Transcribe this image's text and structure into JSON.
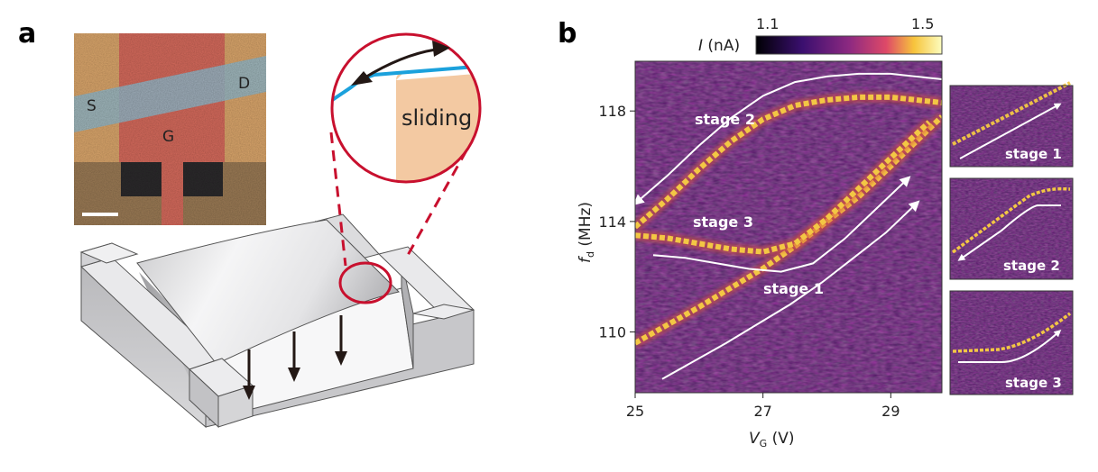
{
  "panel_a": {
    "label": "a",
    "micrograph": {
      "source_label": "S",
      "drain_label": "D",
      "gate_label": "G"
    },
    "callout_text": "sliding"
  },
  "panel_b": {
    "label": "b",
    "colorbar": {
      "label_italic": "I",
      "label_unit": " (nA)",
      "min_label": "1.1",
      "max_label": "1.5"
    },
    "main_plot": {
      "ylabel_italic": "f",
      "ylabel_sub": "d",
      "ylabel_unit": " (MHz)",
      "xlabel_italic": "V",
      "xlabel_sub": "G",
      "xlabel_unit": " (V)",
      "xticks": [
        "25",
        "27",
        "29"
      ],
      "yticks": [
        "110",
        "114",
        "118"
      ],
      "stage_labels": [
        "stage 2",
        "stage 3",
        "stage 1"
      ]
    },
    "insets": [
      "stage 1",
      "stage 2",
      "stage 3"
    ]
  },
  "colors": {
    "gate": "#d9675a",
    "contact": "#dfae78",
    "flake": "#8fb3c6",
    "accent_red": "#c8102e",
    "graphene": "#1ba1dc",
    "sliding": "#f3c9a2",
    "heat_bg": "#5a1e6e",
    "heat_peak": "#f3c744"
  },
  "chart_data": [
    {
      "type": "heatmap",
      "x": [
        25,
        29.6
      ],
      "xlim": [
        25,
        29.8
      ],
      "ylim": [
        107.8,
        119.8
      ],
      "xlabel": "V_G (V)",
      "ylabel": "f_d (MHz)",
      "colorbar": {
        "label": "I (nA)",
        "range": [
          1.1,
          1.5
        ]
      },
      "series": [
        {
          "name": "stage 1",
          "x": [
            25.0,
            26.0,
            27.0,
            27.5,
            28.0,
            28.5,
            29.0,
            29.8
          ],
          "y": [
            109.6,
            110.9,
            112.3,
            113.1,
            114.0,
            114.9,
            116.0,
            117.8
          ]
        },
        {
          "name": "stage 2",
          "x": [
            25.0,
            25.5,
            26.0,
            26.5,
            27.0,
            27.5,
            28.0,
            28.5,
            29.0,
            29.8
          ],
          "y": [
            113.8,
            114.8,
            115.9,
            116.9,
            117.7,
            118.2,
            118.4,
            118.5,
            118.5,
            118.3
          ]
        },
        {
          "name": "stage 3",
          "x": [
            25.0,
            25.5,
            26.0,
            26.5,
            27.0,
            27.5,
            28.0,
            28.5,
            29.0,
            29.6
          ],
          "y": [
            113.5,
            113.4,
            113.2,
            113.0,
            112.9,
            113.2,
            114.1,
            115.2,
            116.3,
            117.6
          ]
        }
      ]
    }
  ]
}
